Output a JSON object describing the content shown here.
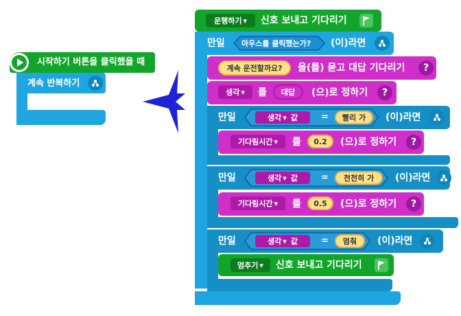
{
  "left_script": {
    "hat_label": "시작하기 버튼을 클릭했을 때",
    "loop_label": "계속 반복하기"
  },
  "right_script": {
    "top_dropdown": "운행하기",
    "top_label": "신호 보내고 기다리기",
    "if1_label": "만일",
    "if1_condition": "마우스를 클릭했는가?",
    "if1_suffix": "(이)라면",
    "ask_value": "계속 운전할까요?",
    "ask_label": "을(를) 묻고 대답 기다리기",
    "set_var_dropdown": "생각",
    "set_var_mid": "를",
    "set_var_value": "대답",
    "set_var_suffix": "(으)로 정하기",
    "if_label": "만일",
    "if_suffix": "(이)라면",
    "var_name": "생각",
    "var_value_label": "값",
    "eq": "=",
    "cmp1": "빨리 가",
    "wait_var": "기다림시간",
    "wait_mid": "를",
    "wait_val1": "0.2",
    "wait_suffix": "(으)로 정하기",
    "cmp2": "천천히 가",
    "wait_val2": "0.5",
    "cmp3": "멈춰",
    "stop_dropdown": "멈추기",
    "stop_label": "신호 보내고 기다리기"
  },
  "colors": {
    "start": "#13a52b",
    "flow": "#1fa5e0",
    "judge": "#1fa5e0",
    "calc": "#cf2fc8",
    "arrow": "#1e22d8"
  },
  "icons": [
    "play-icon",
    "flag-icon",
    "loop-icon",
    "question-icon",
    "dropdown-arrow-icon",
    "star-arrow-icon"
  ]
}
